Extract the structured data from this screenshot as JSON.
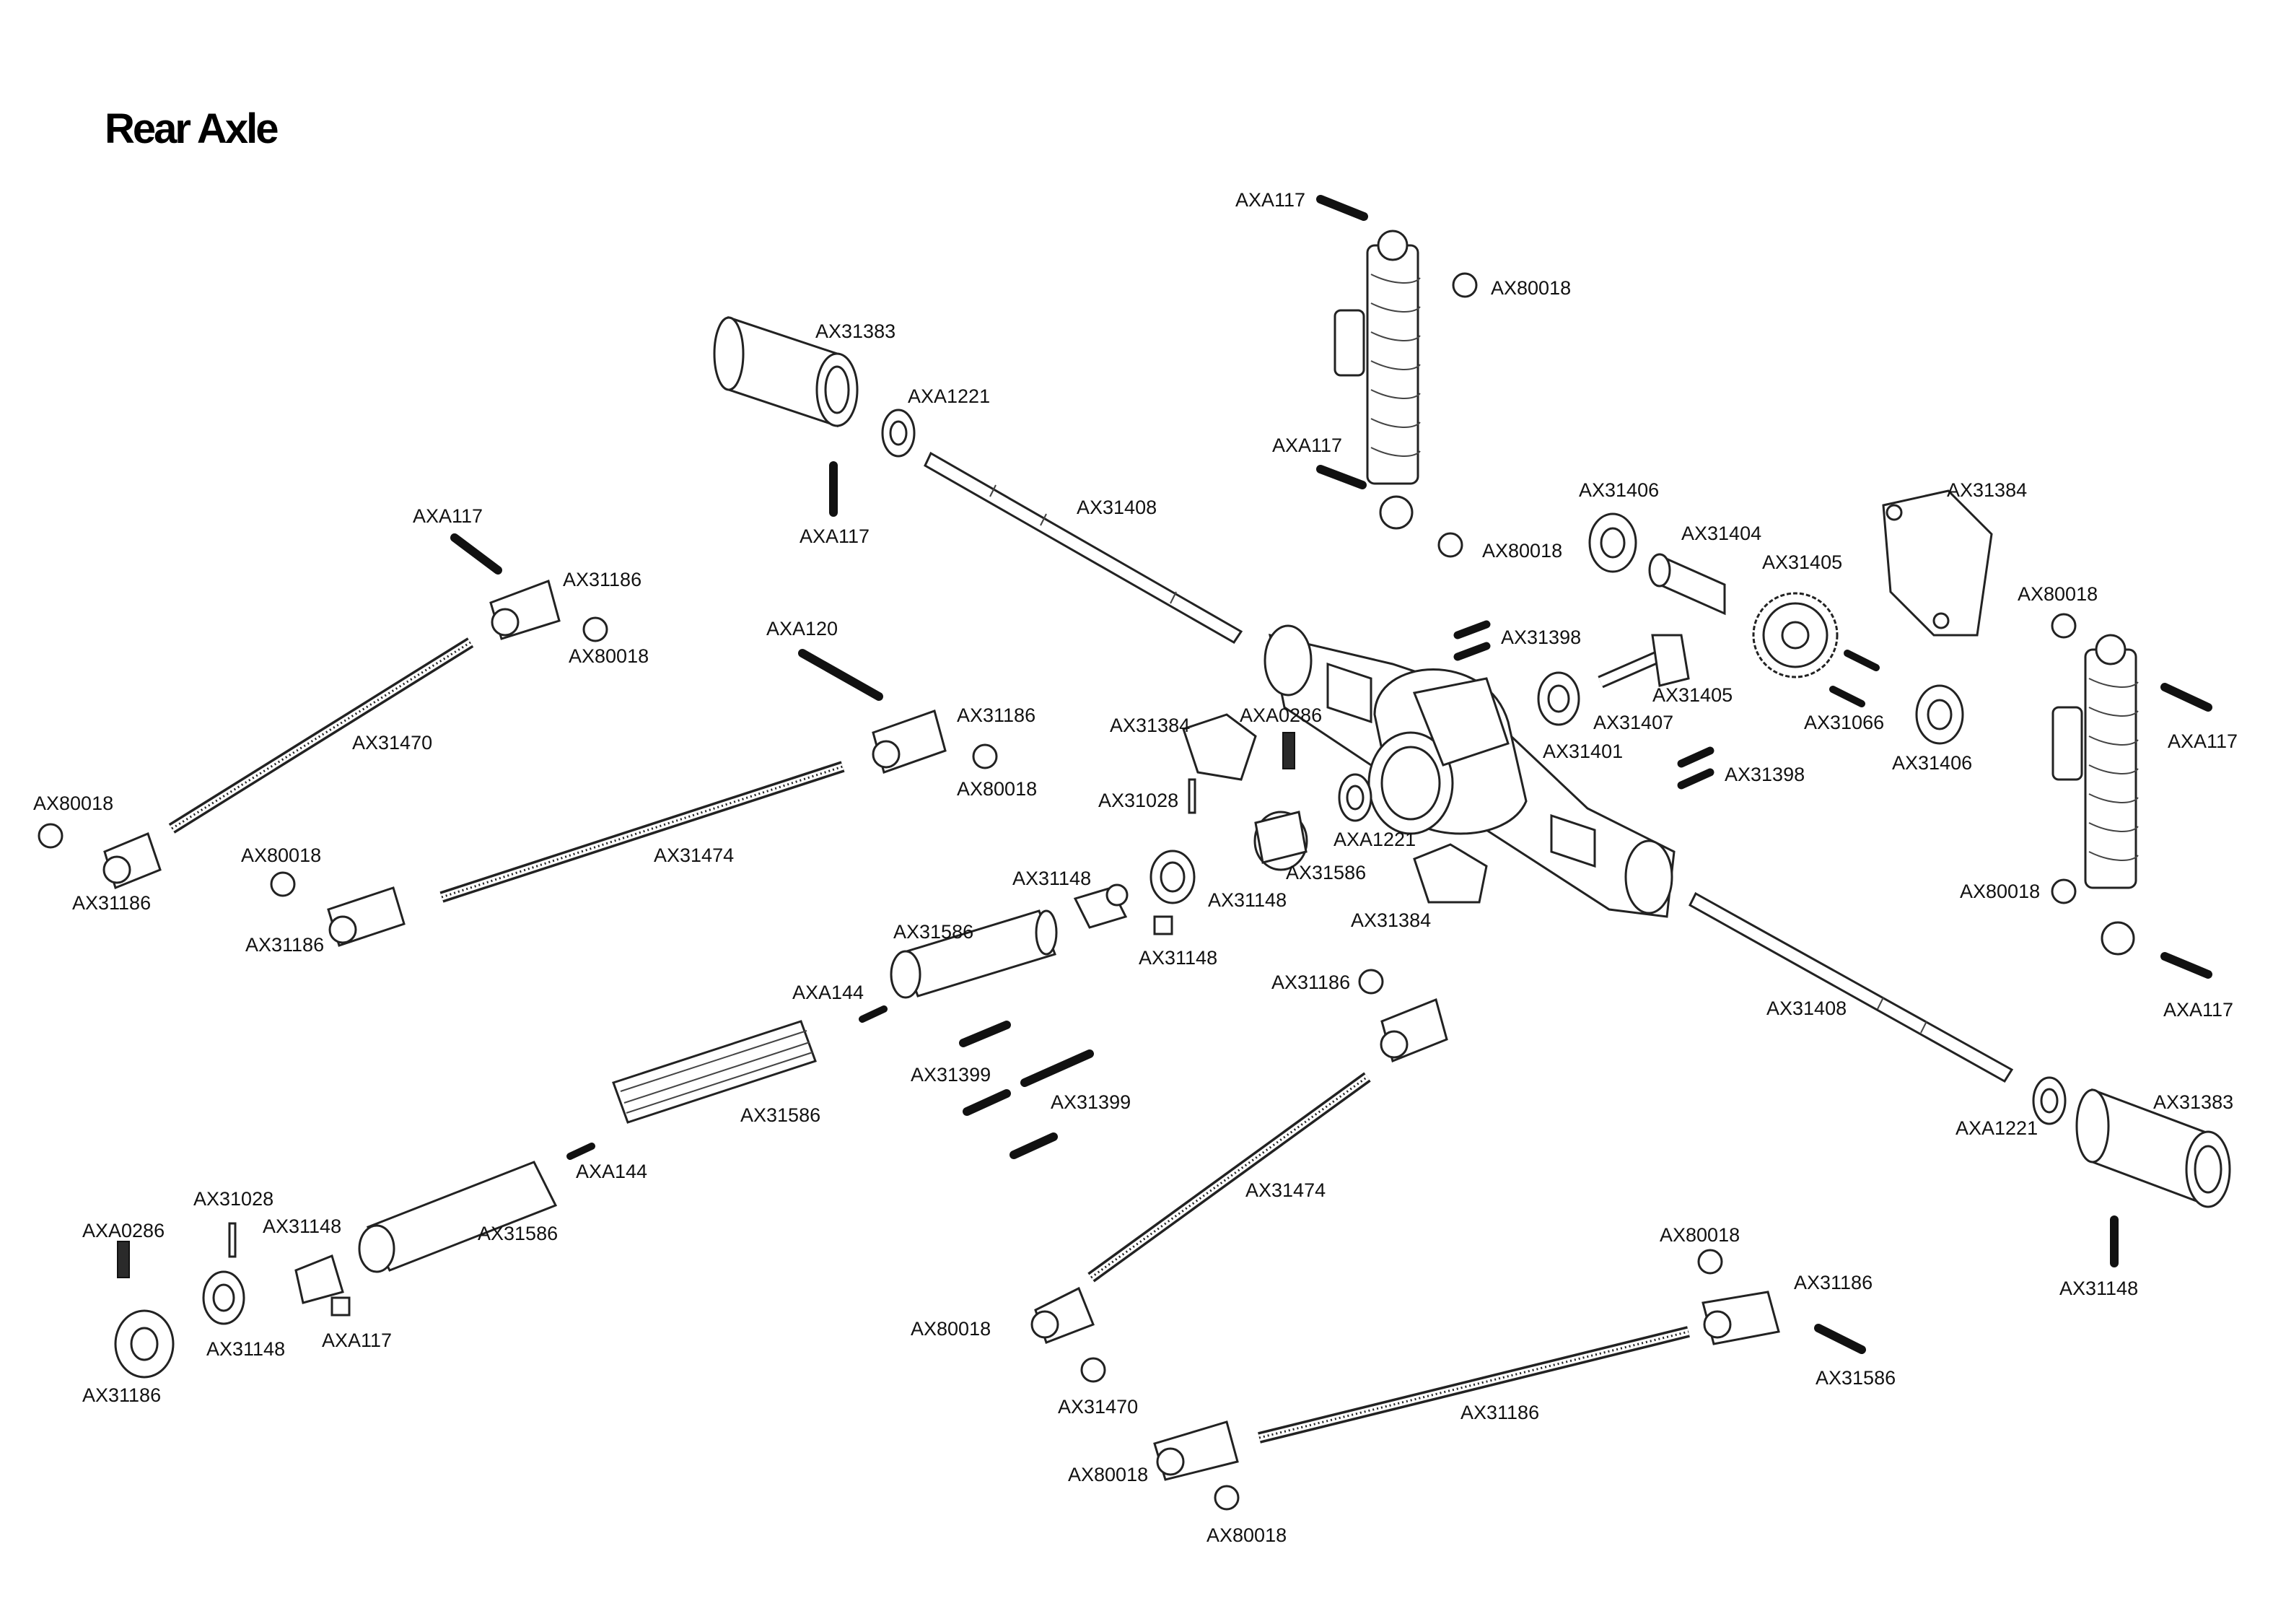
{
  "title": "Rear Axle",
  "labels": [
    {
      "id": "l01",
      "text": "AXA117"
    },
    {
      "id": "l02",
      "text": "AX80018"
    },
    {
      "id": "l03",
      "text": "AX31383"
    },
    {
      "id": "l04",
      "text": "AXA1221"
    },
    {
      "id": "l05",
      "text": "AXA117"
    },
    {
      "id": "l06",
      "text": "AXA117"
    },
    {
      "id": "l07",
      "text": "AX80018"
    },
    {
      "id": "l08",
      "text": "AX31408"
    },
    {
      "id": "l09",
      "text": "AX31406"
    },
    {
      "id": "l10",
      "text": "AX31404"
    },
    {
      "id": "l11",
      "text": "AX31384"
    },
    {
      "id": "l12",
      "text": "AX31405"
    },
    {
      "id": "l13",
      "text": "AX80018"
    },
    {
      "id": "l14",
      "text": "AXA117"
    },
    {
      "id": "l15",
      "text": "AX31186"
    },
    {
      "id": "l16",
      "text": "AX80018"
    },
    {
      "id": "l17",
      "text": "AXA120"
    },
    {
      "id": "l18",
      "text": "AX31398"
    },
    {
      "id": "l19",
      "text": "AX31405"
    },
    {
      "id": "l20",
      "text": "AX31066"
    },
    {
      "id": "l21",
      "text": "AX31407"
    },
    {
      "id": "l22",
      "text": "AX31401"
    },
    {
      "id": "l23",
      "text": "AX31406"
    },
    {
      "id": "l24",
      "text": "AXA117"
    },
    {
      "id": "l25",
      "text": "AX31470"
    },
    {
      "id": "l26",
      "text": "AX31186"
    },
    {
      "id": "l27",
      "text": "AX80018"
    },
    {
      "id": "l28",
      "text": "AX31384"
    },
    {
      "id": "l29",
      "text": "AXA0286"
    },
    {
      "id": "l30",
      "text": "AX31398"
    },
    {
      "id": "l31",
      "text": "AX80018"
    },
    {
      "id": "l32",
      "text": "AX31028"
    },
    {
      "id": "l33",
      "text": "AX31186"
    },
    {
      "id": "l34",
      "text": "AX31474"
    },
    {
      "id": "l35",
      "text": "AXA1221"
    },
    {
      "id": "l36",
      "text": "AX31586"
    },
    {
      "id": "l37",
      "text": "AX80018"
    },
    {
      "id": "l38",
      "text": "AX31186"
    },
    {
      "id": "l39",
      "text": "AX31148"
    },
    {
      "id": "l40",
      "text": "AX31148"
    },
    {
      "id": "l41",
      "text": "AX31384"
    },
    {
      "id": "l42",
      "text": "AX31148"
    },
    {
      "id": "l43",
      "text": "AX31586"
    },
    {
      "id": "l44",
      "text": "AX80018"
    },
    {
      "id": "l45",
      "text": "AXA117"
    },
    {
      "id": "l46",
      "text": "AXA144"
    },
    {
      "id": "l47",
      "text": "AX31186"
    },
    {
      "id": "l48",
      "text": "AX31408"
    },
    {
      "id": "l49",
      "text": "AX31399"
    },
    {
      "id": "l50",
      "text": "AX31399"
    },
    {
      "id": "l51",
      "text": "AX31586"
    },
    {
      "id": "l52",
      "text": "AXA1221"
    },
    {
      "id": "l53",
      "text": "AX31383"
    },
    {
      "id": "l54",
      "text": "AXA144"
    },
    {
      "id": "l55",
      "text": "AX31474"
    },
    {
      "id": "l56",
      "text": "AX31028"
    },
    {
      "id": "l57",
      "text": "AXA0286"
    },
    {
      "id": "l58",
      "text": "AX31148"
    },
    {
      "id": "l59",
      "text": "AX31586"
    },
    {
      "id": "l60",
      "text": "AX80018"
    },
    {
      "id": "l61",
      "text": "AX31186"
    },
    {
      "id": "l62",
      "text": "AX31148"
    },
    {
      "id": "l63",
      "text": "AX31148"
    },
    {
      "id": "l64",
      "text": "AXA117"
    },
    {
      "id": "l65",
      "text": "AX31586"
    },
    {
      "id": "l66",
      "text": "AX31186"
    },
    {
      "id": "l67",
      "text": "AX80018"
    },
    {
      "id": "l68",
      "text": "AX31470"
    },
    {
      "id": "l69",
      "text": "AX31186"
    },
    {
      "id": "l70",
      "text": "AX80018"
    }
  ]
}
